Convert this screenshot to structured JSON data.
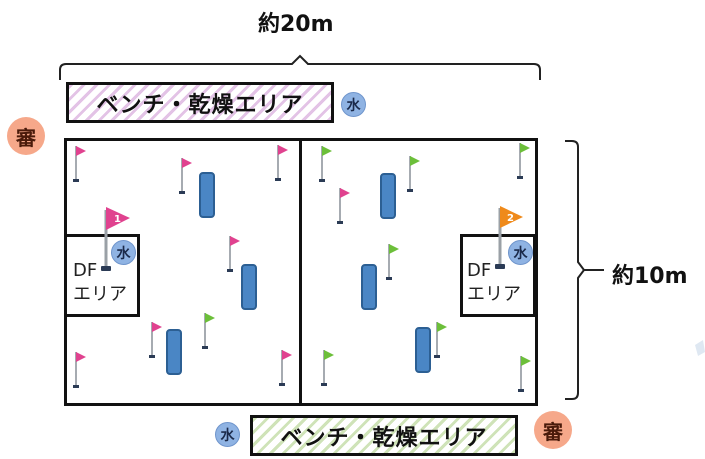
{
  "dimensions": {
    "width_label": "約20m",
    "height_label": "約10m"
  },
  "bench_area": {
    "top_label": "ベンチ・乾燥エリア",
    "bottom_label": "ベンチ・乾燥エリア"
  },
  "markers": {
    "water": "水",
    "referee": "審"
  },
  "df_area": {
    "left_line1": "DF",
    "left_line2": "エリア",
    "right_line1": "DF",
    "right_line2": "エリア"
  },
  "large_flags": {
    "left_number": "1",
    "right_number": "2"
  },
  "colors": {
    "pink_flag": "#e0428f",
    "green_flag": "#6cbf3a",
    "orange_flag": "#ef8a1b",
    "goal_blue": "#4a86c5",
    "water_blue": "#8fb3e3",
    "referee_orange": "#f6a88a",
    "bench_top_hatch": "#e3c3e6",
    "bench_bottom_hatch": "#cfe3b8"
  }
}
